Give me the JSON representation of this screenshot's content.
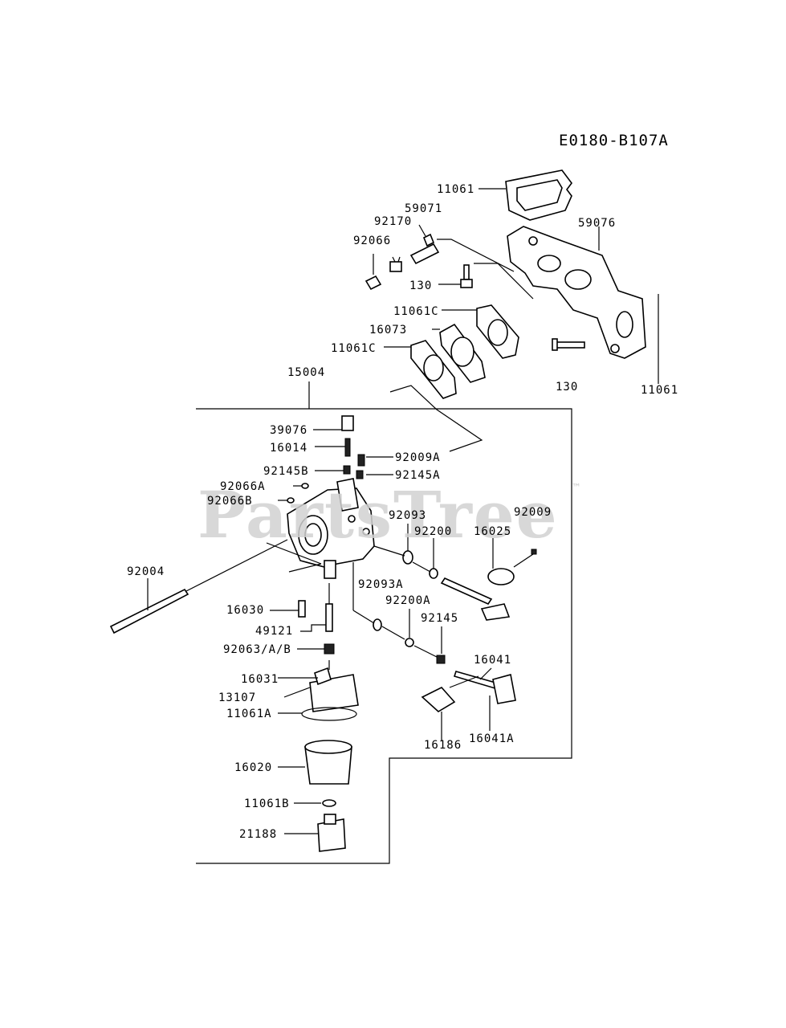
{
  "diagram_code": "E0180-B107A",
  "watermark": "PartsTree",
  "watermark_mark": "™",
  "labels": {
    "p11061_top": "11061",
    "p59071": "59071",
    "p92170": "92170",
    "p59076": "59076",
    "p92066": "92066",
    "p130_a": "130",
    "p11061C_a": "11061C",
    "p16073": "16073",
    "p11061C_b": "11061C",
    "p130_b": "130",
    "p11061_right": "11061",
    "p15004": "15004",
    "p39076": "39076",
    "p16014": "16014",
    "p92009A": "92009A",
    "p92145B": "92145B",
    "p92145A": "92145A",
    "p92066A": "92066A",
    "p92066B": "92066B",
    "p92093": "92093",
    "p92009": "92009",
    "p92200": "92200",
    "p16025": "16025",
    "p92004": "92004",
    "p92093A": "92093A",
    "p92200A": "92200A",
    "p16030": "16030",
    "p92145": "92145",
    "p49121": "49121",
    "p92063": "92063/A/B",
    "p16041": "16041",
    "p16031": "16031",
    "p13107": "13107",
    "p11061A": "11061A",
    "p16186": "16186",
    "p16041A": "16041A",
    "p16020": "16020",
    "p11061B": "11061B",
    "p21188": "21188"
  }
}
